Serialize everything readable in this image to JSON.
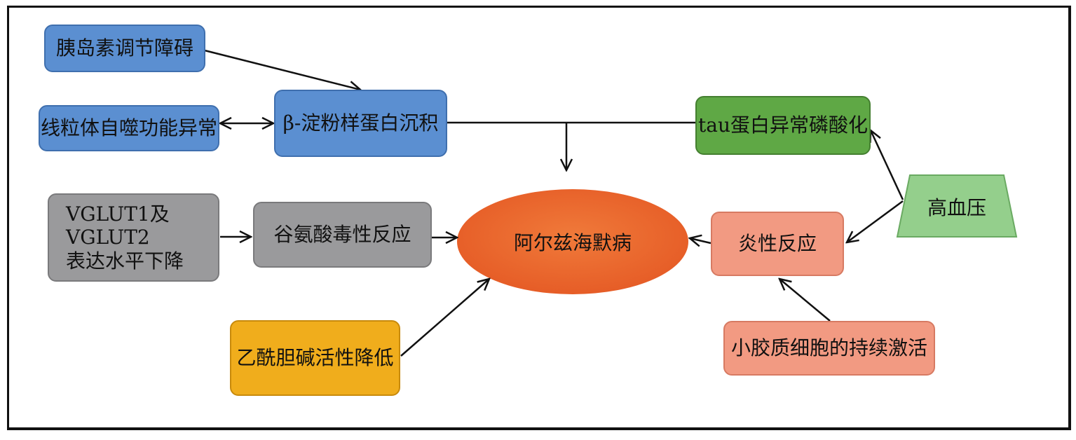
{
  "nodes": {
    "insulin": "胰岛素调节障碍",
    "mito": "线粒体自噬功能异常",
    "amyloid": "β-淀粉样蛋白沉积",
    "tau": "tau蛋白异常磷酸化",
    "vglut_line1": "VGLUT1及",
    "vglut_line2": "VGLUT2",
    "vglut_line3": "表达水平下降",
    "glutamate": "谷氨酸毒性反应",
    "center": "阿尔兹海默病",
    "hypertension": "高血压",
    "inflammation": "炎性反应",
    "acetylcholine": "乙酰胆碱活性降低",
    "microglia": "小胶质细胞的持续激活"
  },
  "colors": {
    "blue": "#5b8fd1",
    "green": "#5fa845",
    "gray": "#9a9a9c",
    "amber": "#f0ad1c",
    "salmon": "#f29a82",
    "center_fill": "#e8632e",
    "trapezoid_fill": "#94cf8c"
  }
}
